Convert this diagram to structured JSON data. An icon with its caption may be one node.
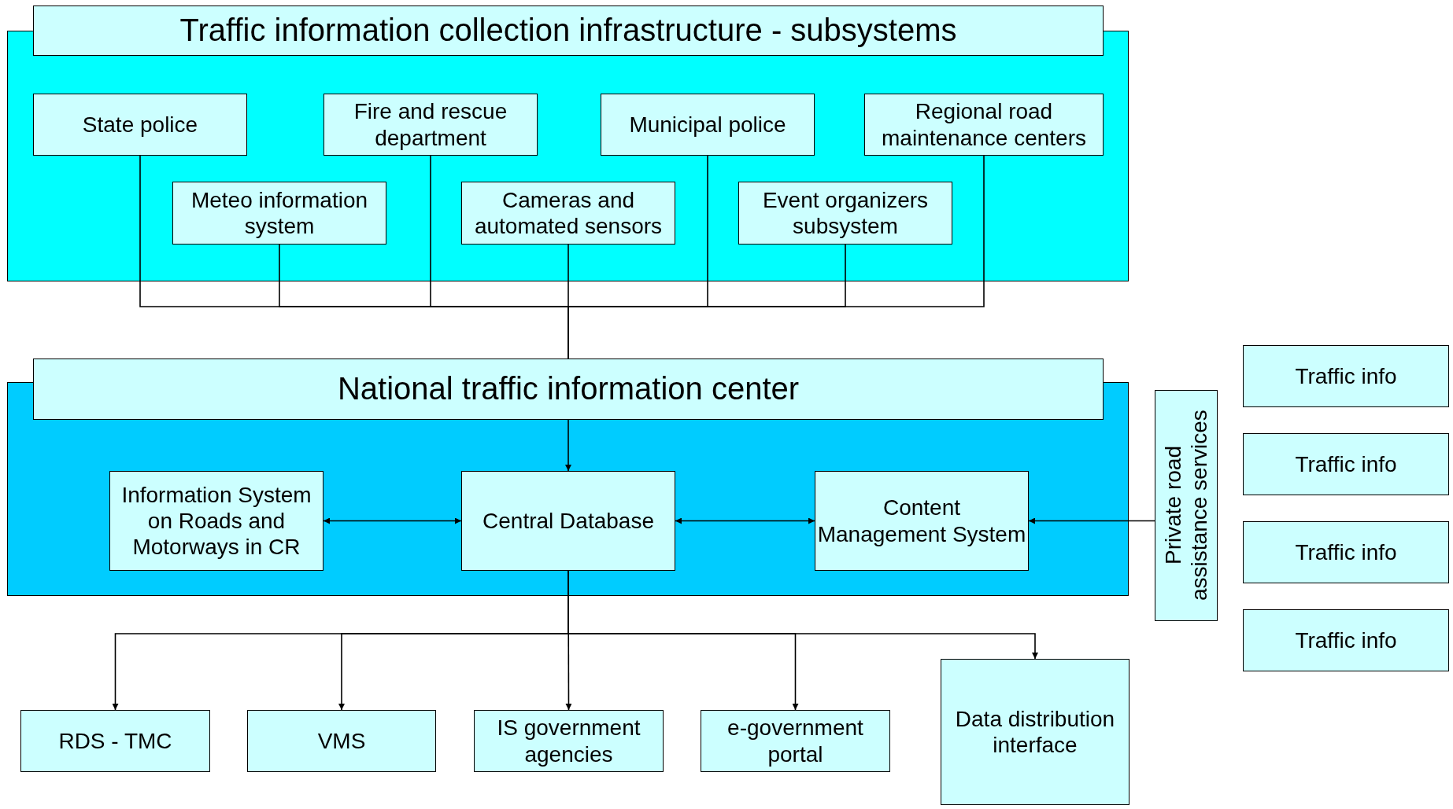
{
  "diagram": {
    "nodes": [
      {
        "text": [
          "Traffic information collection infrastructure - subsystems"
        ]
      },
      {
        "text": [
          "State police"
        ],
        "in": 0
      },
      {
        "text": [
          "Fire and rescue department"
        ],
        "in": 0
      },
      {
        "text": [
          "Municipal police"
        ],
        "in": 0
      },
      {
        "text": [
          "Regional road maintenance centers"
        ],
        "in": 0
      },
      {
        "text": [
          "Meteo information system"
        ],
        "in": 0
      },
      {
        "text": [
          "Cameras and automated sensors"
        ],
        "in": 0
      },
      {
        "text": [
          "Event organizers subsystem"
        ],
        "in": 0
      },
      {
        "text": [],
        "shape": "box"
      },
      {
        "text": [
          "National traffic information center"
        ],
        "in": 8
      },
      {
        "text": [
          "Information System on Roads and Motorways in CR"
        ],
        "in": 8
      },
      {
        "text": [
          "Central Database"
        ],
        "in": 8
      },
      {
        "text": [
          "Content Management System"
        ],
        "in": 8
      },
      {
        "text": [
          "Private road assistance services"
        ]
      },
      {
        "text": [
          "Traffic info"
        ]
      },
      {
        "text": [
          "Traffic info"
        ]
      },
      {
        "text": [
          "Traffic info"
        ]
      },
      {
        "text": [
          "Traffic info"
        ]
      },
      {
        "text": [
          "RDS - TMC"
        ]
      },
      {
        "text": [
          "VMS"
        ]
      },
      {
        "text": [
          "IS government agencies"
        ]
      },
      {
        "text": [
          "e-government portal"
        ]
      },
      {
        "text": [
          "Data distribution interface"
        ]
      }
    ],
    "edges": [
      {
        "from": 1,
        "to": 9,
        "arrow": "none"
      },
      {
        "from": 2,
        "to": 9,
        "arrow": "none"
      },
      {
        "from": 3,
        "to": 9,
        "arrow": "none"
      },
      {
        "from": 4,
        "to": 9,
        "arrow": "none"
      },
      {
        "from": 5,
        "to": 9,
        "arrow": "none"
      },
      {
        "from": 6,
        "to": 9,
        "arrow": "none"
      },
      {
        "from": 7,
        "to": 9,
        "arrow": "none"
      },
      {
        "from": 9,
        "to": 11,
        "arrow": "to"
      },
      {
        "from": 10,
        "to": 11,
        "arrow": "both"
      },
      {
        "from": 11,
        "to": 12,
        "arrow": "both"
      },
      {
        "from": 13,
        "to": 12,
        "arrow": "to"
      },
      {
        "from": 11,
        "to": 18,
        "arrow": "to"
      },
      {
        "from": 11,
        "to": 19,
        "arrow": "to"
      },
      {
        "from": 11,
        "to": 20,
        "arrow": "to"
      },
      {
        "from": 11,
        "to": 21,
        "arrow": "to"
      },
      {
        "from": 11,
        "to": 22,
        "arrow": "to"
      }
    ]
  }
}
